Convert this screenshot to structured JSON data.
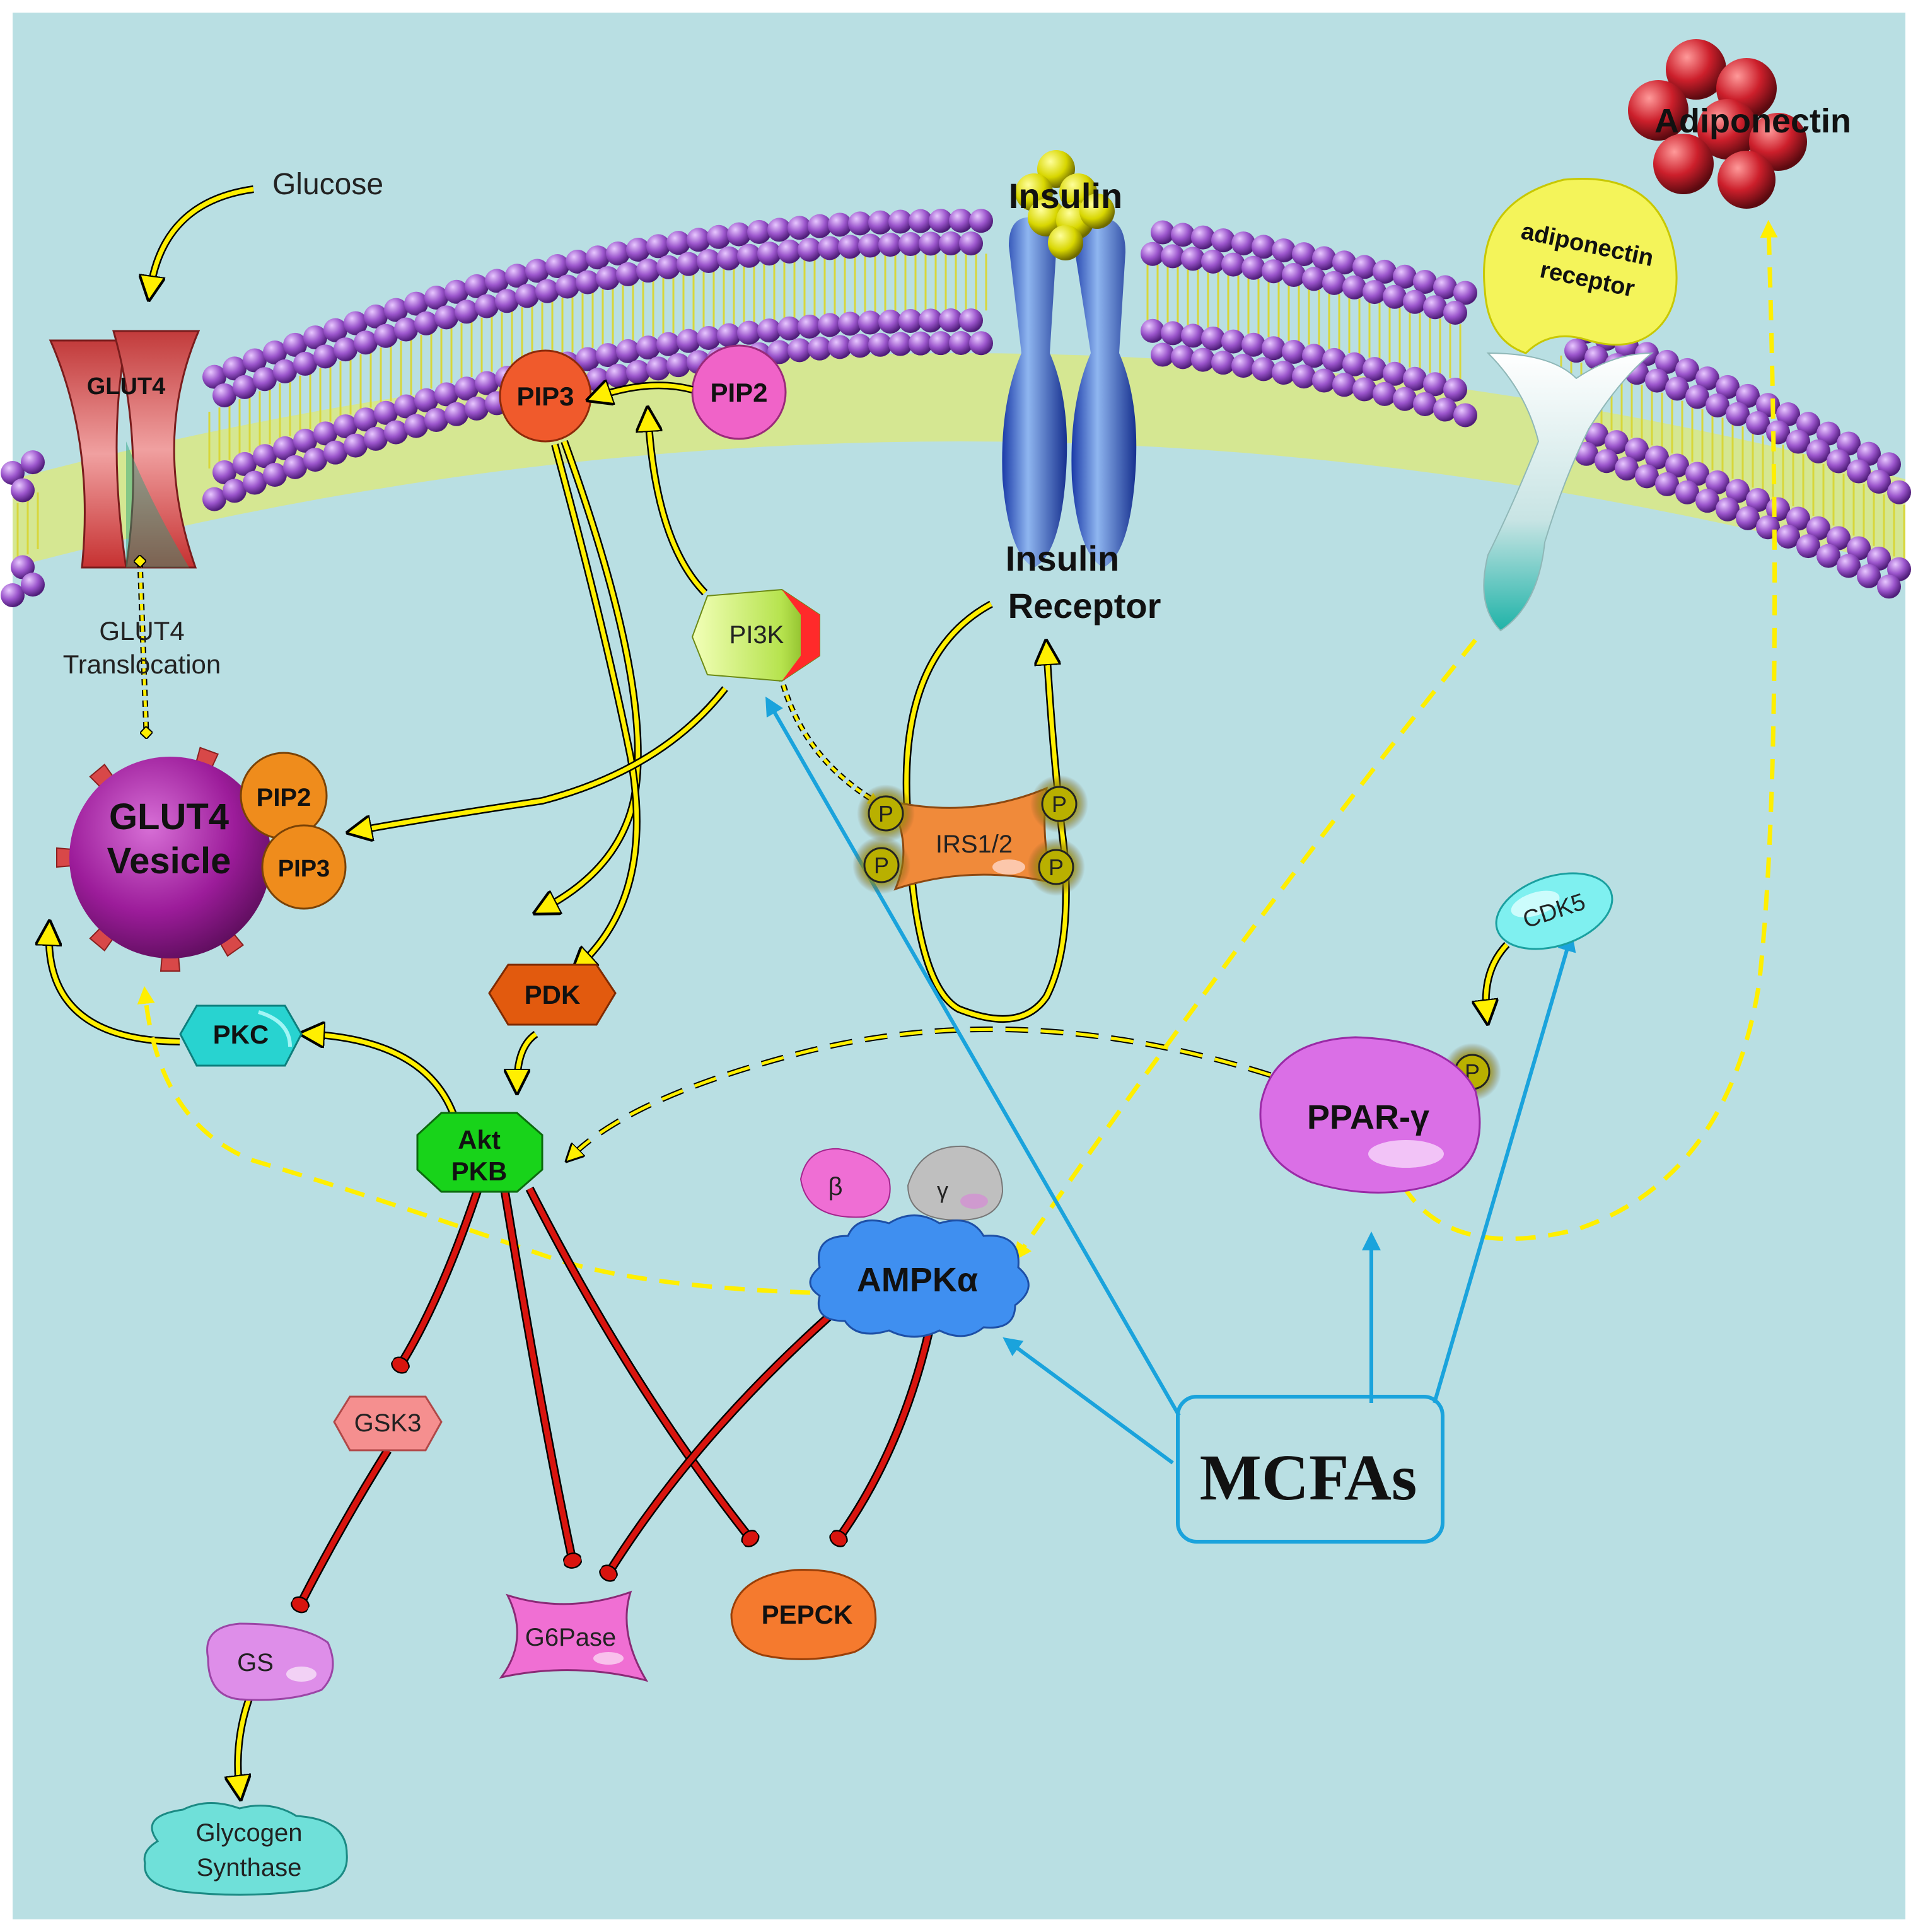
{
  "labels": {
    "glucose": "Glucose",
    "glut4": "GLUT4",
    "glut4_translocation_1": "GLUT4",
    "glut4_translocation_2": "Translocation",
    "glut4_vesicle_1": "GLUT4",
    "glut4_vesicle_2": "Vesicle",
    "pip2": "PIP2",
    "pip3": "PIP3",
    "pi3k": "PI3K",
    "insulin": "Insulin",
    "insulin_receptor_1": "Insulin",
    "insulin_receptor_2": "Receptor",
    "irs": "IRS1/2",
    "phospho": "P",
    "adiponectin": "Adiponectin",
    "adiponectin_receptor_1": "adiponectin",
    "adiponectin_receptor_2": "receptor",
    "cdk5": "CDK5",
    "ppar": "PPAR-γ",
    "pkc": "PKC",
    "pdk": "PDK",
    "akt_1": "Akt",
    "akt_2": "PKB",
    "beta": "β",
    "gamma": "γ",
    "ampk": "AMPKα",
    "gsk3": "GSK3",
    "gs": "GS",
    "glycogen_synthase_1": "Glycogen",
    "glycogen_synthase_2": "Synthase",
    "g6pase": "G6Pase",
    "pepck": "PEPCK",
    "mcfas": "MCFAs"
  },
  "colors": {
    "background": "#b9dfe3",
    "activation": "#ffef00",
    "inhibition": "#d9140e",
    "mcfa_arrow": "#1aa3dc",
    "lipid_head": "#8e4fb8",
    "lipid_tail": "#ecec50"
  }
}
